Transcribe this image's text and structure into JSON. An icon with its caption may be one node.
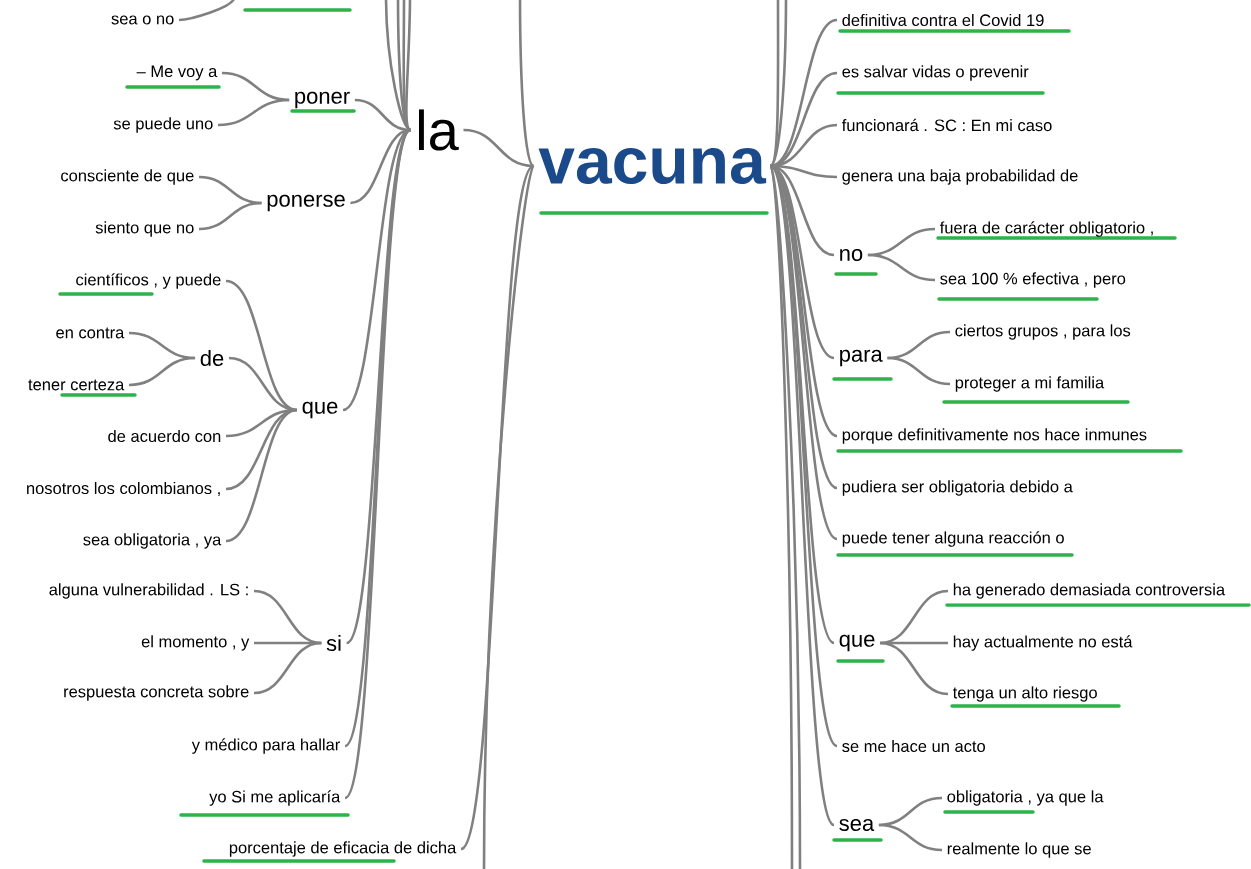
{
  "diagram": {
    "nodes": [
      {
        "text": [
          "sea o no"
        ]
      },
      {
        "text": [
          "– Me voy a"
        ]
      },
      {
        "text": [
          "poner"
        ]
      },
      {
        "text": [
          "se puede uno"
        ]
      },
      {
        "text": [
          "la"
        ]
      },
      {
        "text": [
          "consciente de que"
        ]
      },
      {
        "text": [
          "ponerse"
        ]
      },
      {
        "text": [
          "siento que no"
        ]
      },
      {
        "text": [
          "científicos , y puede"
        ]
      },
      {
        "text": [
          "en contra"
        ]
      },
      {
        "text": [
          "de"
        ]
      },
      {
        "text": [
          "tener certeza"
        ]
      },
      {
        "text": [
          "que"
        ]
      },
      {
        "text": [
          "de acuerdo con"
        ]
      },
      {
        "text": [
          "nosotros los colombianos ,"
        ]
      },
      {
        "text": [
          "sea obligatoria , ya"
        ]
      },
      {
        "text": [
          "alguna vulnerabilidad . LS :"
        ]
      },
      {
        "text": [
          "el momento , y"
        ]
      },
      {
        "text": [
          "si"
        ]
      },
      {
        "text": [
          "respuesta concreta sobre"
        ]
      },
      {
        "text": [
          "y médico para hallar"
        ]
      },
      {
        "text": [
          "yo Si me aplicaría"
        ]
      },
      {
        "text": [
          "porcentaje de eficacia de dicha"
        ]
      },
      {
        "text": [
          "vacuna"
        ]
      },
      {
        "text": [
          "definitiva contra el Covid 19"
        ]
      },
      {
        "text": [
          "es salvar vidas o prevenir"
        ]
      },
      {
        "text": [
          "funcionará . SC : En mi caso"
        ]
      },
      {
        "text": [
          "genera una baja probabilidad de"
        ]
      },
      {
        "text": [
          "no"
        ]
      },
      {
        "text": [
          "fuera de carácter obligatorio ,"
        ]
      },
      {
        "text": [
          "sea 100 % efectiva , pero"
        ]
      },
      {
        "text": [
          "para"
        ]
      },
      {
        "text": [
          "ciertos grupos , para los"
        ]
      },
      {
        "text": [
          "proteger a mi familia"
        ]
      },
      {
        "text": [
          "porque definitivamente nos hace inmunes"
        ]
      },
      {
        "text": [
          "pudiera ser obligatoria debido a"
        ]
      },
      {
        "text": [
          "puede tener alguna reacción o"
        ]
      },
      {
        "text": [
          "que"
        ]
      },
      {
        "text": [
          "ha generado demasiada controversia"
        ]
      },
      {
        "text": [
          "hay actualmente no está"
        ]
      },
      {
        "text": [
          "tenga un alto riesgo"
        ]
      },
      {
        "text": [
          "se me hace un acto"
        ]
      },
      {
        "text": [
          "sea"
        ]
      },
      {
        "text": [
          "obligatoria , ya que la"
        ]
      },
      {
        "text": [
          "realmente lo que se"
        ]
      }
    ],
    "edges": [
      {
        "from": 0,
        "to": null,
        "arrow": "none"
      },
      {
        "from": 1,
        "to": 2,
        "arrow": "none"
      },
      {
        "from": 3,
        "to": 2,
        "arrow": "none"
      },
      {
        "from": 2,
        "to": 4,
        "arrow": "none"
      },
      {
        "from": 5,
        "to": 6,
        "arrow": "none"
      },
      {
        "from": 7,
        "to": 6,
        "arrow": "none"
      },
      {
        "from": 6,
        "to": 4,
        "arrow": "none"
      },
      {
        "from": 8,
        "to": 12,
        "arrow": "none"
      },
      {
        "from": 9,
        "to": 10,
        "arrow": "none"
      },
      {
        "from": 11,
        "to": 10,
        "arrow": "none"
      },
      {
        "from": 10,
        "to": 12,
        "arrow": "none"
      },
      {
        "from": 13,
        "to": 12,
        "arrow": "none"
      },
      {
        "from": 14,
        "to": 12,
        "arrow": "none"
      },
      {
        "from": 15,
        "to": 12,
        "arrow": "none"
      },
      {
        "from": 12,
        "to": 4,
        "arrow": "none"
      },
      {
        "from": 16,
        "to": 18,
        "arrow": "none"
      },
      {
        "from": 17,
        "to": 18,
        "arrow": "none"
      },
      {
        "from": 19,
        "to": 18,
        "arrow": "none"
      },
      {
        "from": 18,
        "to": 4,
        "arrow": "none"
      },
      {
        "from": 20,
        "to": 4,
        "arrow": "none"
      },
      {
        "from": 21,
        "to": 4,
        "arrow": "none"
      },
      {
        "from": 4,
        "to": 23,
        "arrow": "none"
      },
      {
        "from": 22,
        "to": 23,
        "arrow": "none"
      },
      {
        "from": null,
        "to": 4,
        "arrow": "none"
      },
      {
        "from": null,
        "to": 4,
        "arrow": "none"
      },
      {
        "from": null,
        "to": 4,
        "arrow": "none"
      },
      {
        "from": null,
        "to": 4,
        "arrow": "none"
      },
      {
        "from": null,
        "to": 23,
        "arrow": "none"
      },
      {
        "from": null,
        "to": 23,
        "arrow": "none"
      },
      {
        "from": 23,
        "to": 24,
        "arrow": "none"
      },
      {
        "from": 23,
        "to": 25,
        "arrow": "none"
      },
      {
        "from": 23,
        "to": 26,
        "arrow": "none"
      },
      {
        "from": 23,
        "to": 27,
        "arrow": "none"
      },
      {
        "from": 23,
        "to": 28,
        "arrow": "none"
      },
      {
        "from": 28,
        "to": 29,
        "arrow": "none"
      },
      {
        "from": 28,
        "to": 30,
        "arrow": "none"
      },
      {
        "from": 23,
        "to": 31,
        "arrow": "none"
      },
      {
        "from": 31,
        "to": 32,
        "arrow": "none"
      },
      {
        "from": 31,
        "to": 33,
        "arrow": "none"
      },
      {
        "from": 23,
        "to": 34,
        "arrow": "none"
      },
      {
        "from": 23,
        "to": 35,
        "arrow": "none"
      },
      {
        "from": 23,
        "to": 36,
        "arrow": "none"
      },
      {
        "from": 23,
        "to": 37,
        "arrow": "none"
      },
      {
        "from": 37,
        "to": 38,
        "arrow": "none"
      },
      {
        "from": 37,
        "to": 39,
        "arrow": "none"
      },
      {
        "from": 37,
        "to": 40,
        "arrow": "none"
      },
      {
        "from": 23,
        "to": 41,
        "arrow": "none"
      },
      {
        "from": 23,
        "to": 42,
        "arrow": "none"
      },
      {
        "from": 42,
        "to": 43,
        "arrow": "none"
      },
      {
        "from": 42,
        "to": 44,
        "arrow": "none"
      },
      {
        "from": 23,
        "to": null,
        "arrow": "none"
      },
      {
        "from": 23,
        "to": null,
        "arrow": "none"
      },
      {
        "from": 23,
        "to": null,
        "arrow": "none"
      },
      {
        "from": 23,
        "to": null,
        "arrow": "none"
      }
    ]
  }
}
